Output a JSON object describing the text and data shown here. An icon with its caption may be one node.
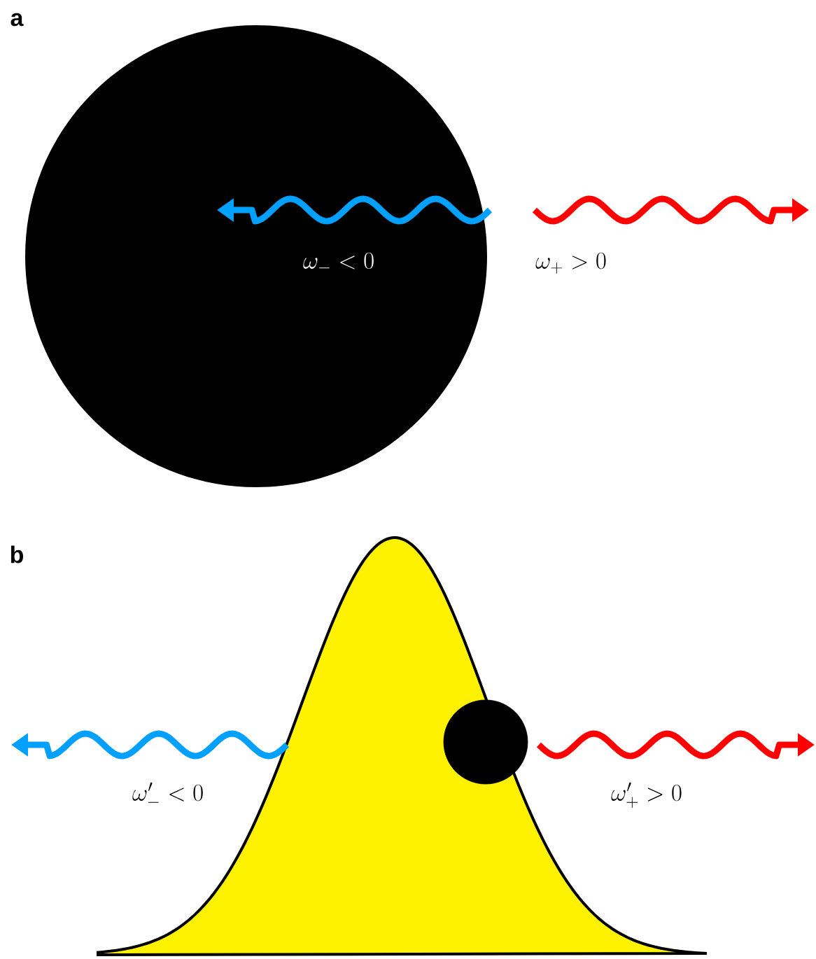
{
  "diagram": {
    "labels": [
      "a",
      "\\omega_{-} < 0",
      "\\omega_{+} > 0",
      "b",
      "\\omega'_{-} < 0",
      "\\omega'_{+} > 0"
    ]
  }
}
